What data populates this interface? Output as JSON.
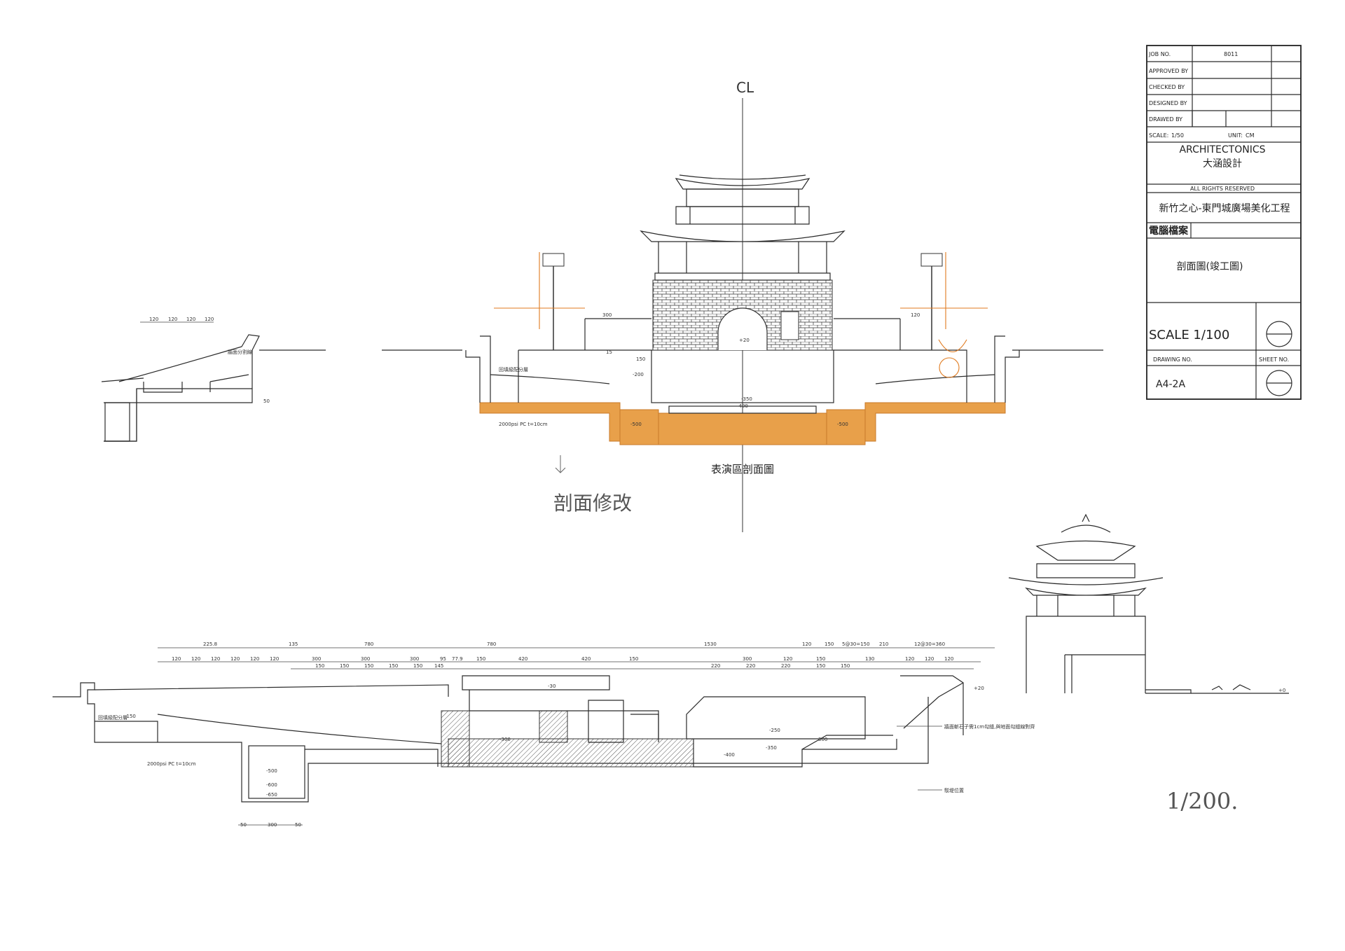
{
  "title_block": {
    "job_no_label": "JOB NO.",
    "job_no": "8011",
    "approved_label": "APPROVED BY",
    "checked_label": "CHECKED BY",
    "designed_label": "DESIGNED BY",
    "drawed_label": "DRAWED BY",
    "scale_label": "SCALE:",
    "scale_value": "1/50",
    "unit_label": "UNIT:",
    "unit_value": "CM",
    "firm_en": "ARCHITECTONICS",
    "firm_zh": "大涵設計",
    "rights": "ALL RIGHTS RESERVED",
    "project": "新竹之心-東門城廣場美化工程",
    "file_label": "電腦檔案",
    "sheet_title": "剖面圖(竣工圖)",
    "scale_big": "SCALE 1/100",
    "drawing_no_label": "DRAWING NO.",
    "sheet_no_label": "SHEET NO.",
    "drawing_no": "A4-2A"
  },
  "centerline": "CL",
  "upper_section": {
    "caption": "表演區剖面圖",
    "handwritten": "剖面修改",
    "labels": {
      "pc_note": "2000psi PC t=10cm",
      "drain_note": "回填級配分層",
      "lv_plus20": "+20",
      "lv_minus200": "-200",
      "lv_minus350": "-350",
      "lv_minus400": "-400",
      "lv_minus500_left": "-500",
      "lv_minus500_right": "-500",
      "dim_300": "300",
      "dim_120": "120",
      "dim_150": "150",
      "dim_15": "15"
    }
  },
  "side_detail": {
    "note": "牆面分割線",
    "dims": [
      "120",
      "120",
      "120",
      "120"
    ],
    "dim_50": "50"
  },
  "lower_section": {
    "top_dims_1": [
      "225.8",
      "135",
      "780",
      "780",
      "1530",
      "120",
      "150",
      "5@30=150",
      "210",
      "12@30=360"
    ],
    "top_dims_2": [
      "120",
      "120",
      "120",
      "120",
      "120",
      "120",
      "300",
      "300",
      "300",
      "95",
      "77.9",
      "150",
      "420",
      "420",
      "150",
      "300",
      "120",
      "150",
      "130",
      "120",
      "120",
      "120"
    ],
    "top_dims_3": [
      "150",
      "150",
      "150",
      "150",
      "150",
      "145",
      "220",
      "220",
      "220",
      "150",
      "150"
    ],
    "notes": {
      "drain": "回填級配分層",
      "pc": "2000psi PC t=10cm",
      "wall_finish": "牆面斬石子需1cm勾縫,與地面勾縫線對齊",
      "retaining": "駁堤位置"
    },
    "levels": [
      "+20",
      "-30",
      "-150",
      "-300",
      "-250",
      "-350",
      "-400",
      "-500",
      "-600",
      "-650",
      "+0",
      "300"
    ],
    "bottom_dims": [
      "50",
      "300",
      "50"
    ],
    "handwritten_scale": "1/200."
  }
}
